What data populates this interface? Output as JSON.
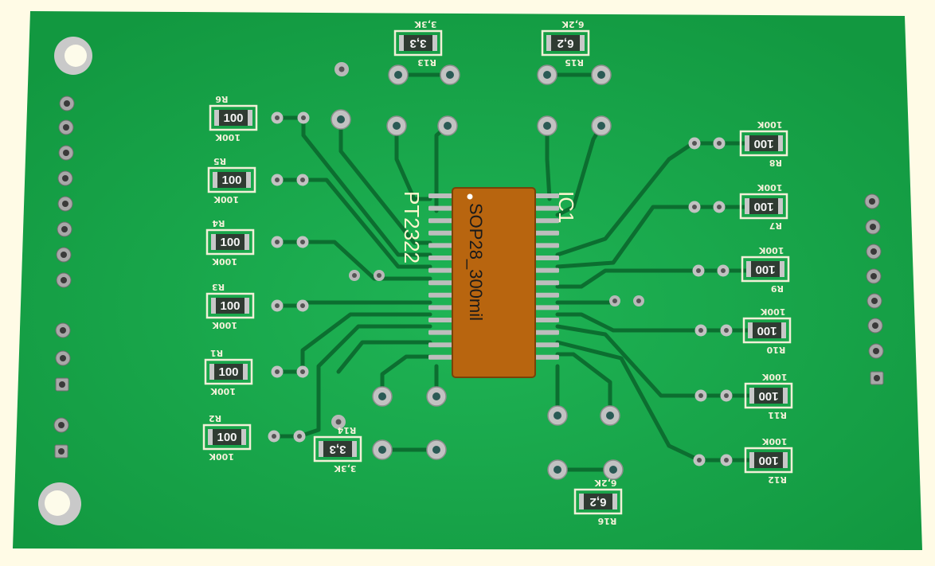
{
  "board": {
    "ic_designator": "IC1",
    "ic_part": "PT2322",
    "ic_package": "SOP28_300mil"
  },
  "resistors": [
    {
      "ref": "R6",
      "value": "100K",
      "marking": "100"
    },
    {
      "ref": "R5",
      "value": "100K",
      "marking": "100"
    },
    {
      "ref": "R4",
      "value": "100K",
      "marking": "100"
    },
    {
      "ref": "R3",
      "value": "100K",
      "marking": "100"
    },
    {
      "ref": "R1",
      "value": "100K",
      "marking": "100"
    },
    {
      "ref": "R2",
      "value": "100K",
      "marking": "100"
    },
    {
      "ref": "R8",
      "value": "100K",
      "marking": "100"
    },
    {
      "ref": "R7",
      "value": "100K",
      "marking": "100"
    },
    {
      "ref": "R9",
      "value": "100K",
      "marking": "100"
    },
    {
      "ref": "R10",
      "value": "100K",
      "marking": "100"
    },
    {
      "ref": "R11",
      "value": "100K",
      "marking": "100"
    },
    {
      "ref": "R12",
      "value": "100K",
      "marking": "100"
    },
    {
      "ref": "R13",
      "value": "3,3K",
      "marking": "3,3"
    },
    {
      "ref": "R15",
      "value": "6,2K",
      "marking": "6,2"
    },
    {
      "ref": "R14",
      "value": "3,3K",
      "marking": "3,3"
    },
    {
      "ref": "R16",
      "value": "6,2K",
      "marking": "6,2"
    }
  ],
  "colors": {
    "board": "#14a046",
    "trace": "#0c6e30",
    "silkscreen": "#f2f0d8",
    "ic_body": "#b8650f",
    "pad": "#b8b8b8",
    "resistor_body": "#2f3b32"
  }
}
